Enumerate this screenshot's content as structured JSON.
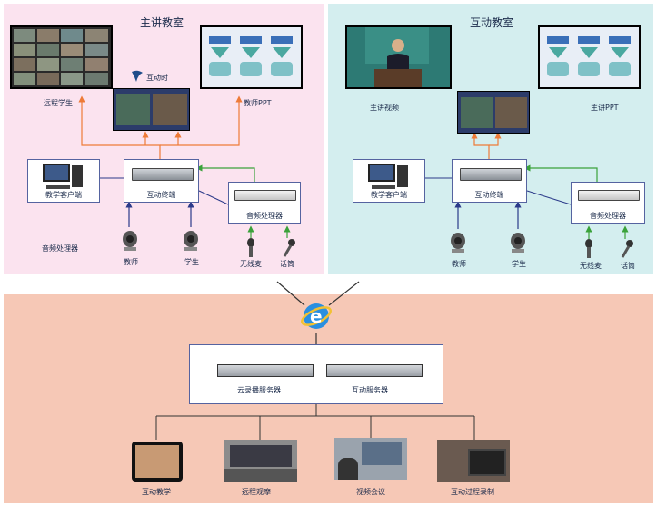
{
  "main_classroom": {
    "title": "主讲教室",
    "remote_students": "远程学生",
    "teacher_ppt": "教师PPT",
    "interactive_logo": "互动时",
    "client": "教学客户端",
    "terminal": "互动终端",
    "audio_processor": "音频处理器",
    "audio_processor_side": "音频处理器",
    "teacher": "教师",
    "student": "学生",
    "wireless_mic": "无线麦",
    "handheld_mic": "话筒"
  },
  "interactive_classroom": {
    "title": "互动教室",
    "main_video": "主讲视频",
    "main_ppt": "主讲PPT",
    "client": "教学客户端",
    "terminal": "互动终端",
    "audio_processor": "音频处理器",
    "teacher": "教师",
    "student": "学生",
    "wireless_mic": "无线麦",
    "handheld_mic": "话筒"
  },
  "cloud": {
    "recording_server": "云录播服务器",
    "interactive_server": "互动服务器",
    "apps": [
      {
        "label": "互动教学",
        "icon": "tablet-icon"
      },
      {
        "label": "远程观摩",
        "icon": "monitor-wall-icon"
      },
      {
        "label": "视频会议",
        "icon": "conference-icon"
      },
      {
        "label": "互动过程录制",
        "icon": "recording-icon"
      }
    ]
  },
  "colors": {
    "main_bg": "#fbe3ef",
    "interactive_bg": "#d4eeef",
    "cloud_bg": "#f6c8b6",
    "arrow_orange": "#ee7b38",
    "arrow_green": "#3aa23a",
    "arrow_navy": "#2b3a8a",
    "line": "#333333"
  }
}
